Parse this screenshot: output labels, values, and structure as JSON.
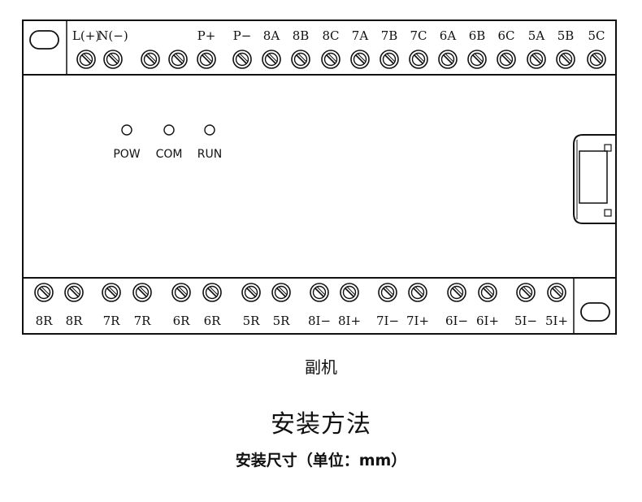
{
  "top_terminals": [
    "L(+)",
    "N(−)",
    "",
    "",
    "P+",
    "P−",
    "8A",
    "8B",
    "8C",
    "7A",
    "7B",
    "7C",
    "6A",
    "6B",
    "6C",
    "5A",
    "5B",
    "5C"
  ],
  "bottom_terminals": [
    "8R",
    "8R",
    "7R",
    "7R",
    "6R",
    "6R",
    "5R",
    "5R",
    "8I−",
    "8I+",
    "7I−",
    "7I+",
    "6I−",
    "6I+",
    "5I−",
    "5I+"
  ],
  "leds": [
    "POW",
    "COM",
    "RUN"
  ],
  "captions": {
    "name": "副机",
    "title": "安装方法",
    "subtitle": "安装尺寸（单位：mm）"
  }
}
